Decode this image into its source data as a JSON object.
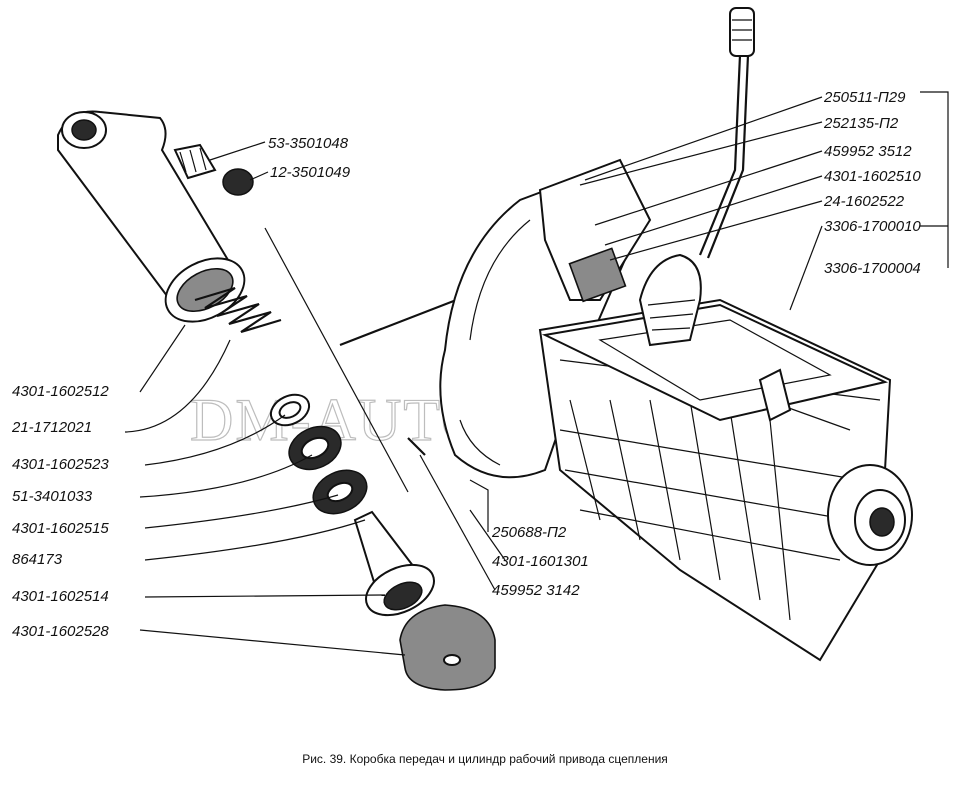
{
  "watermark": "DM-AUTO.RU",
  "caption": "Рис. 39. Коробка передач и цилиндр рабочий привода сцепления",
  "labels": {
    "p53_3501048": "53-3501048",
    "p12_3501049": "12-3501049",
    "p4301_1602512": "4301-1602512",
    "p21_1712021": "21-1712021",
    "p4301_1602523": "4301-1602523",
    "p51_3401033": "51-3401033",
    "p4301_1602515": "4301-1602515",
    "p864173": "864173",
    "p4301_1602514": "4301-1602514",
    "p4301_1602528": "4301-1602528",
    "p250511_P29": "250511-П29",
    "p252135_P2": "252135-П2",
    "p459952_3512": "459952 3512",
    "p4301_1602510": "4301-1602510",
    "p24_1602522": "24-1602522",
    "p3306_1700010": "3306-1700010",
    "p3306_1700004": "3306-1700004",
    "p250688_P2": "250688-П2",
    "p4301_1601301": "4301-1601301",
    "p459952_3142": "459952 3142"
  }
}
